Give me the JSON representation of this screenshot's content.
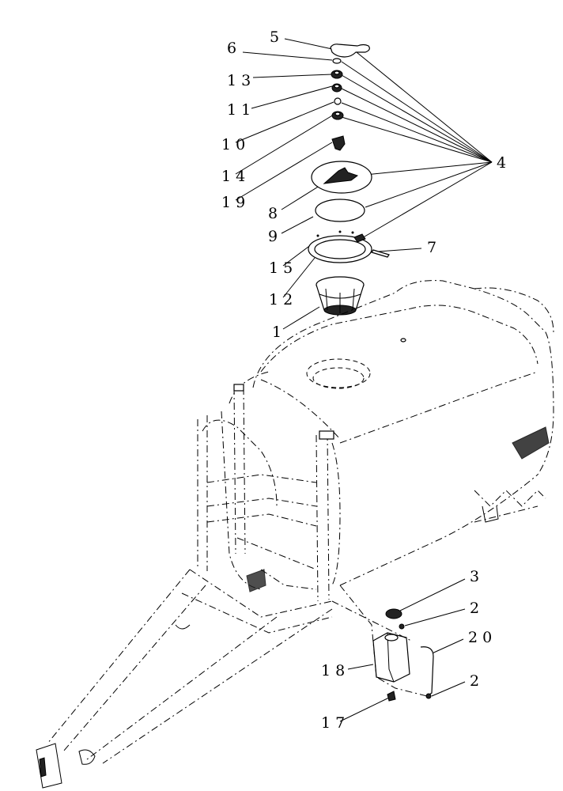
{
  "labels": {
    "l5": "5",
    "l6": "6",
    "l13": "13",
    "l11": "11",
    "l10": "10",
    "l14": "14",
    "l19": "19",
    "l8": "8",
    "l9": "9",
    "l15": "15",
    "l12": "12",
    "l1": "1",
    "l4": "4",
    "l7": "7",
    "l3": "3",
    "l2a": "2",
    "l20": "20",
    "l18": "18",
    "l2b": "2",
    "l17": "17"
  }
}
